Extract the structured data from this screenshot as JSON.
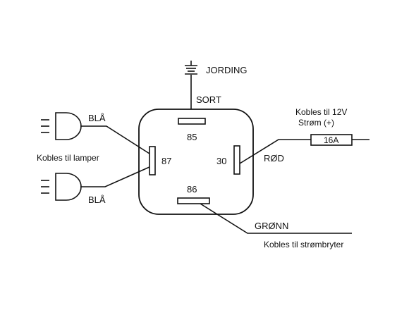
{
  "diagram": {
    "ground_label": "JORDING",
    "wire_ground_label": "SORT",
    "pins": {
      "p85": "85",
      "p86": "86",
      "p87": "87",
      "p30": "30"
    },
    "lamps_wire_top_label": "BLÅ",
    "lamps_wire_bottom_label": "BLÅ",
    "lamps_caption": "Kobles til lamper",
    "power_caption_line1": "Kobles til 12V",
    "power_caption_line2": "Strøm (+)",
    "fuse_label": "16A",
    "wire_power_label": "RØD",
    "wire_switch_label": "GRØNN",
    "switch_caption": "Kobles til strømbryter"
  },
  "icons": [
    "ground-icon",
    "lamp-icon",
    "fuse-icon"
  ]
}
